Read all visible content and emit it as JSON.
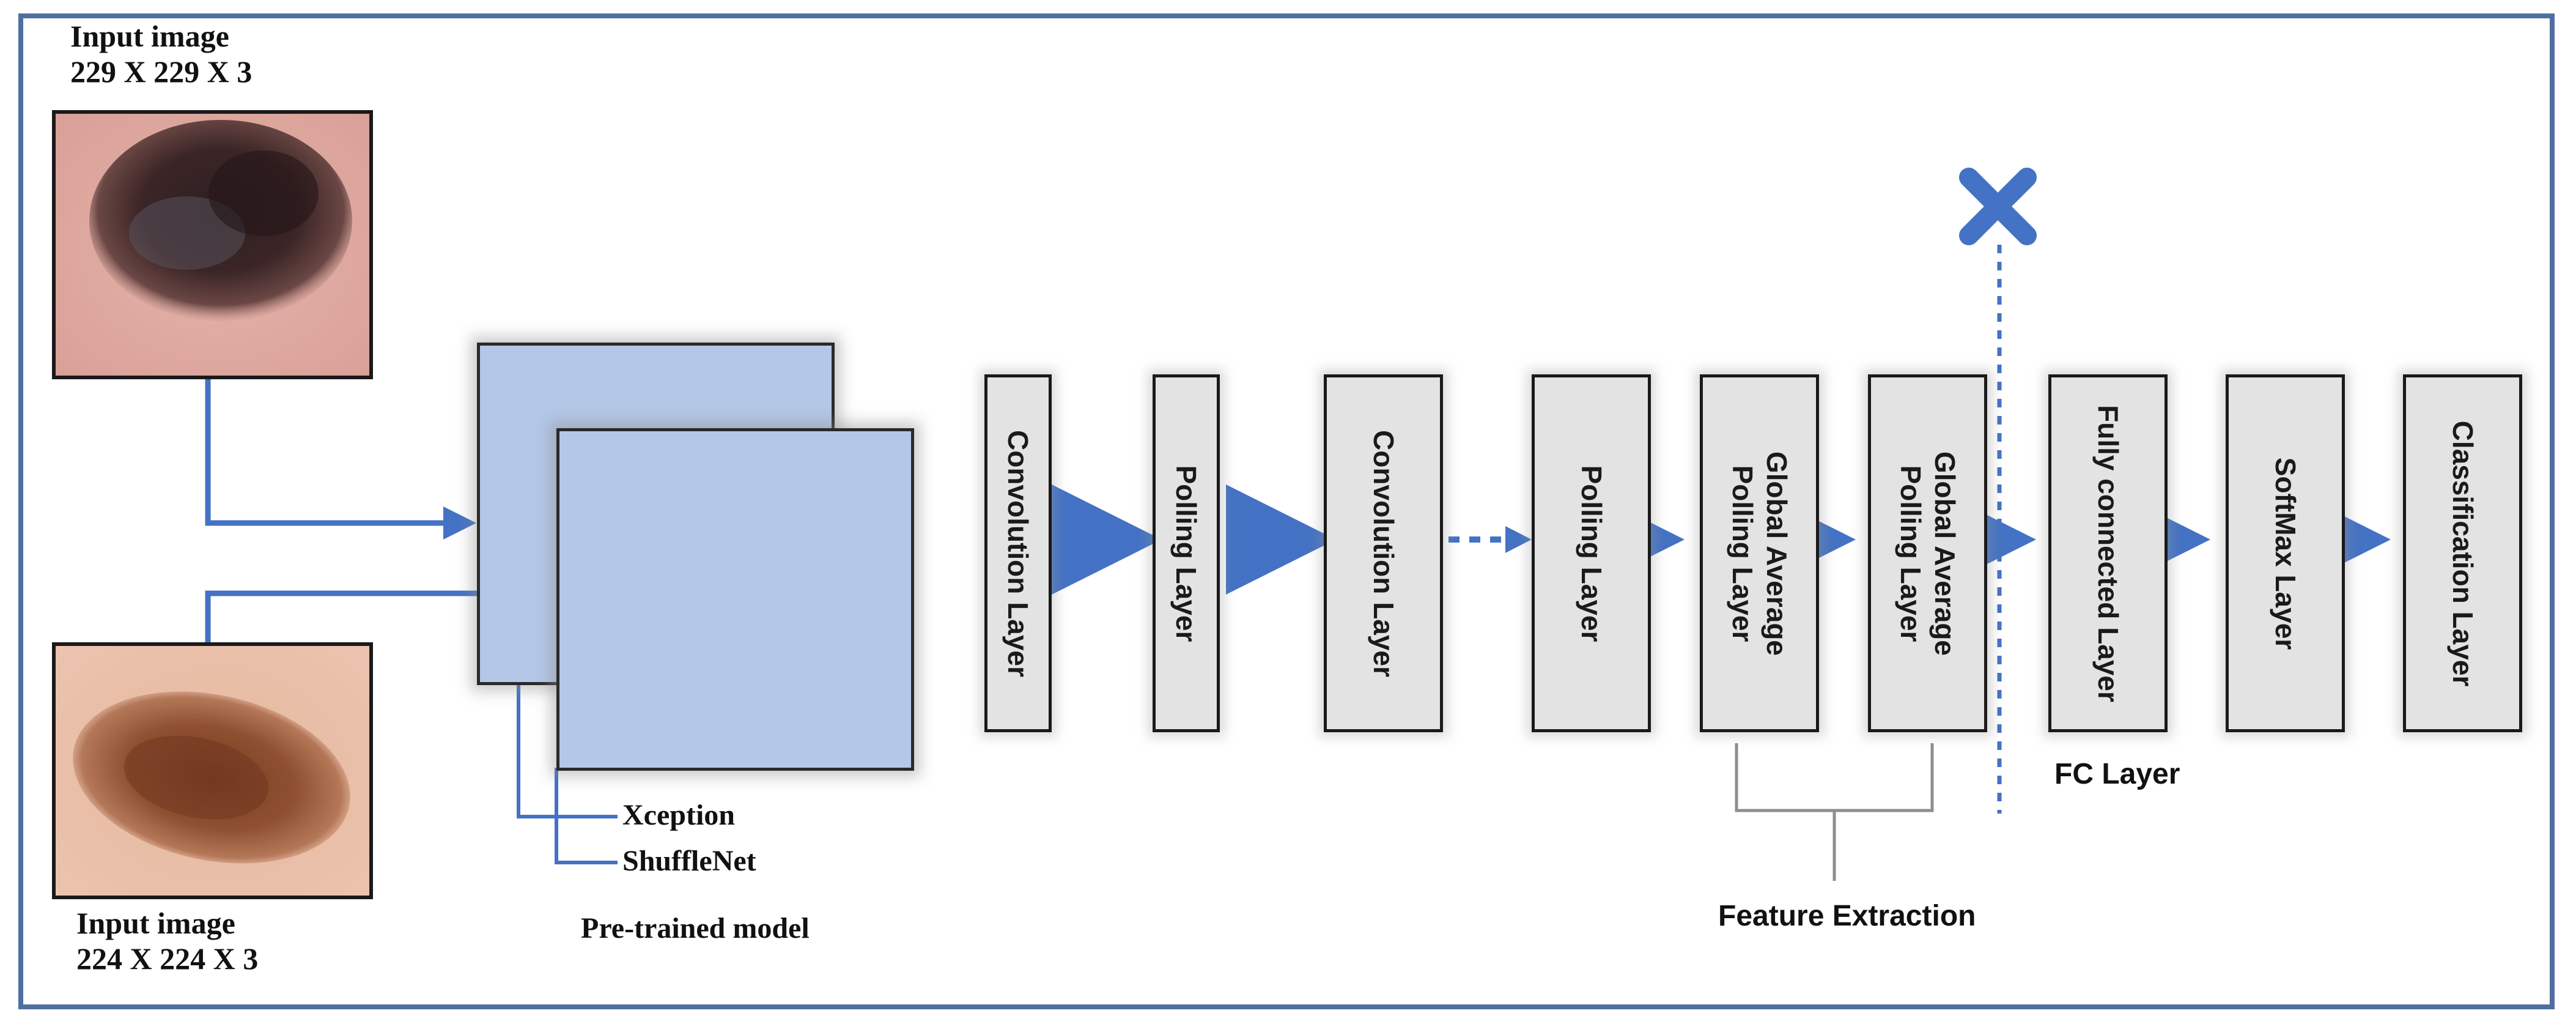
{
  "inputs": {
    "top": {
      "label_line1": "Input image",
      "label_line2": "229 X 229 X 3"
    },
    "bottom": {
      "label_line1": "Input image",
      "label_line2": "224 X 224 X 3"
    }
  },
  "pretrained": {
    "model_a": "Xception",
    "model_b": "ShuffleNet",
    "caption": "Pre-trained model"
  },
  "layers": [
    {
      "text": "Convolution Layer"
    },
    {
      "text": "Polling Layer"
    },
    {
      "text": "Convolution Layer"
    },
    {
      "text": "Polling Layer"
    },
    {
      "line1": "Global Average",
      "line2": "Polling Layer"
    },
    {
      "line1": "Global Average",
      "line2": "Polling Layer"
    },
    {
      "text": "Fully connected Layer"
    },
    {
      "text": "SoftMax Layer"
    },
    {
      "text": "Classification Layer"
    }
  ],
  "annotations": {
    "feature_extraction": "Feature Extraction",
    "fc_layer": "FC Layer"
  },
  "colors": {
    "arrow": "#4472c4",
    "pretrained_fill": "#b4c7e7",
    "layer_fill": "#e3e3e3",
    "frame": "#4f6fa0"
  }
}
